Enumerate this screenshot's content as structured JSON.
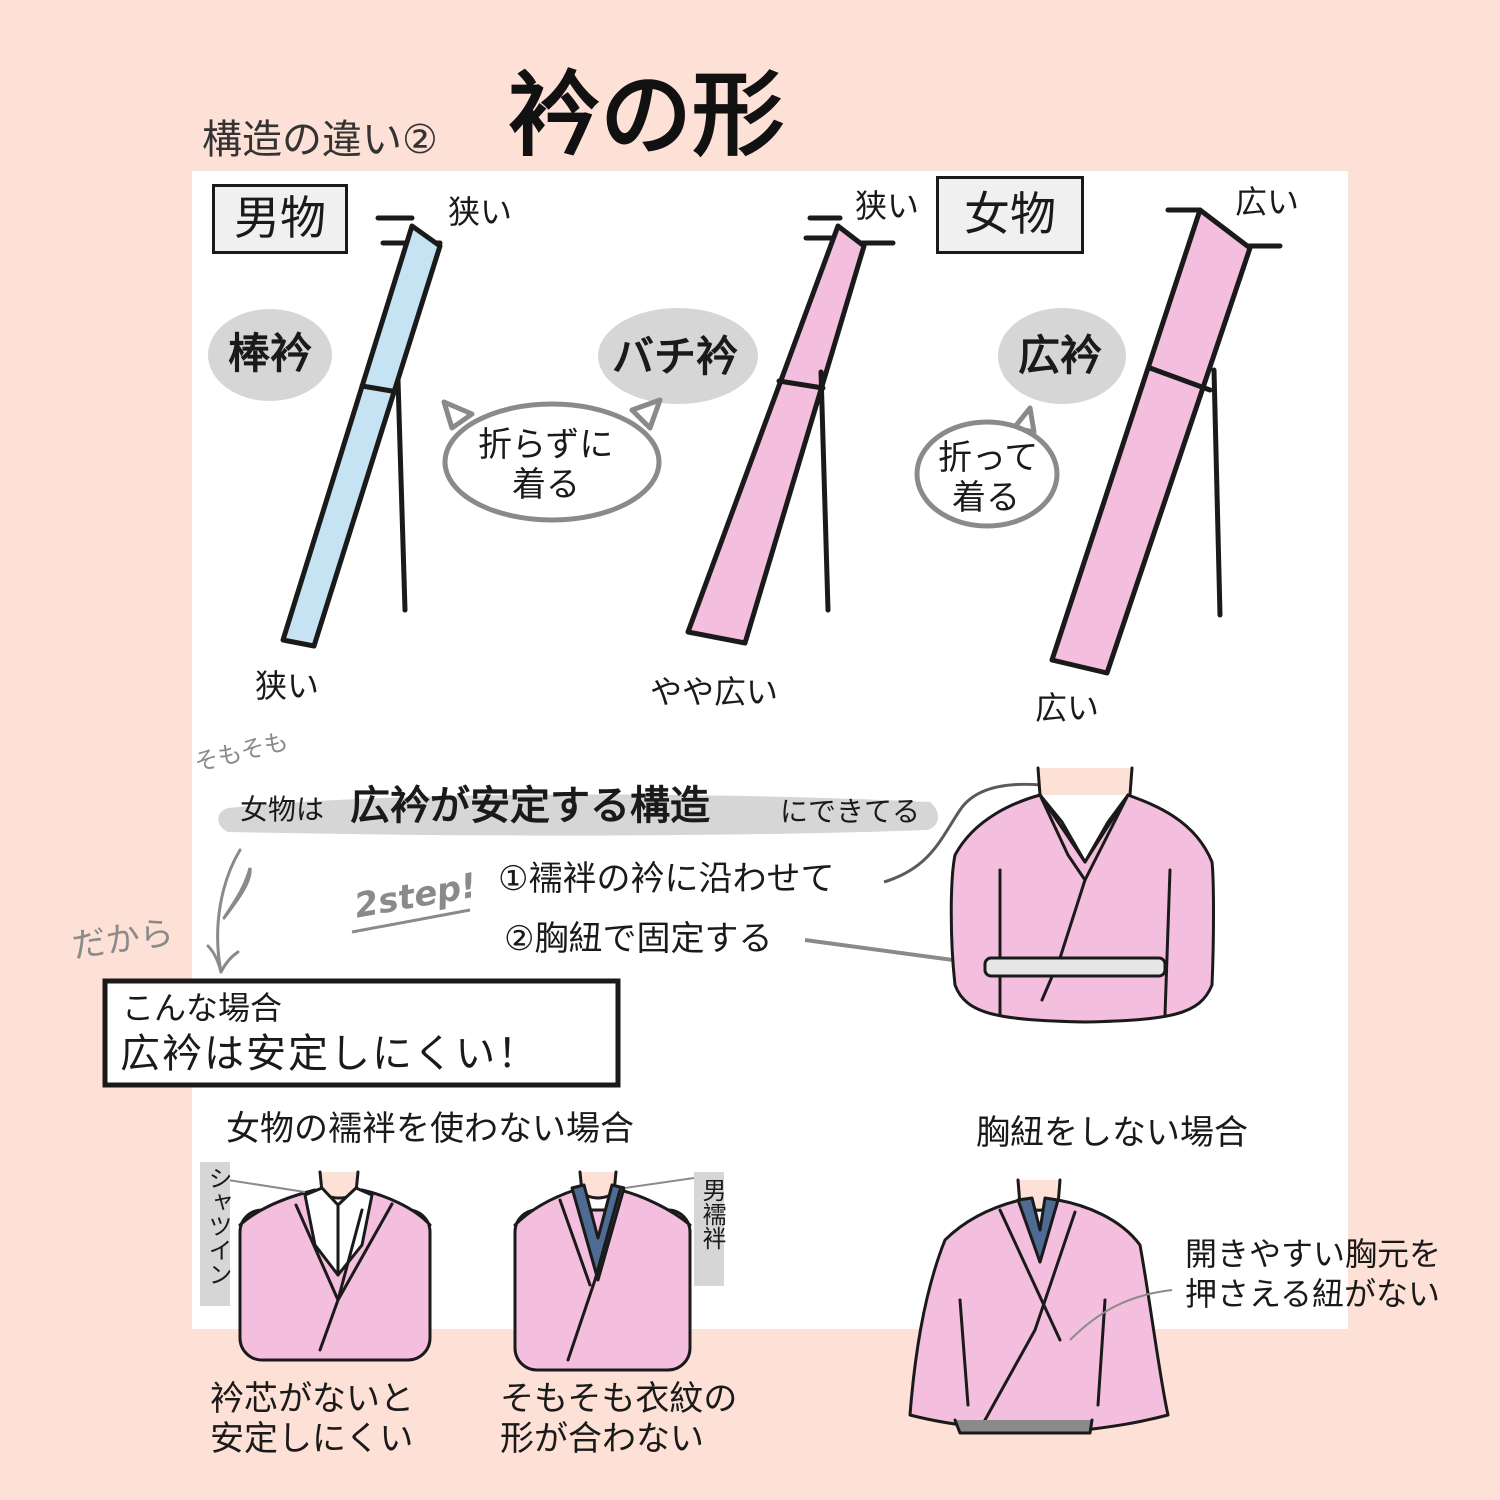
{
  "header": {
    "subtitle": "構造の違い②",
    "title": "衿の形"
  },
  "men": {
    "badge": "男物",
    "collar_name": "棒衿",
    "top_width": "狭い",
    "bottom_width": "狭い"
  },
  "women_bachi": {
    "collar_name": "バチ衿",
    "top_width": "狭い",
    "bottom_width": "やや広い",
    "bubble_line1": "折らずに",
    "bubble_line2": "着る"
  },
  "women_hiro": {
    "badge": "女物",
    "collar_name": "広衿",
    "top_width": "広い",
    "bottom_width": "広い",
    "bubble_line1": "折って",
    "bubble_line2": "着る"
  },
  "structure": {
    "note_handwritten": "そもそも",
    "sentence_prefix": "女物は",
    "sentence_main": "広衿が安定する構造",
    "sentence_suffix": "にできてる",
    "dakara": "だから",
    "two_step": "2step!",
    "step1": "①襦袢の衿に沿わせて",
    "step2": "②胸紐で固定する"
  },
  "warning_box": {
    "line1": "こんな場合",
    "line2": "広衿は安定しにくい！"
  },
  "case_no_juban": {
    "heading": "女物の襦袢を使わない場合",
    "label_shirt": "シャツイン",
    "label_men_juban": "男襦袢",
    "caption_left_line1": "衿芯がないと",
    "caption_left_line2": "安定しにくい",
    "caption_right_line1": "そもそも衣紋の",
    "caption_right_line2": "形が合わない"
  },
  "case_no_munahimo": {
    "heading": "胸紐をしない場合",
    "note_line1": "開きやすい胸元を",
    "note_line2": "押さえる紐がない"
  },
  "colors": {
    "background": "#fde0d6",
    "panel": "#ffffff",
    "pink": "#f4bede",
    "light_blue": "#c5e3f3",
    "gray_label": "#d6d6d6",
    "navy_juban": "#4d6b93"
  }
}
